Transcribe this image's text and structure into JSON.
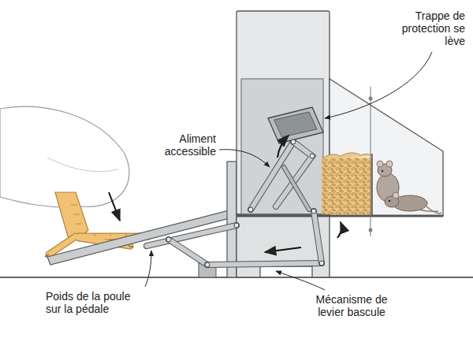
{
  "diagram": {
    "labels": [
      "Trappe de protection se lève",
      "Aliment accessible",
      "Poids de la poule sur la pédale",
      "Mécanisme de levier bascule"
    ]
  }
}
